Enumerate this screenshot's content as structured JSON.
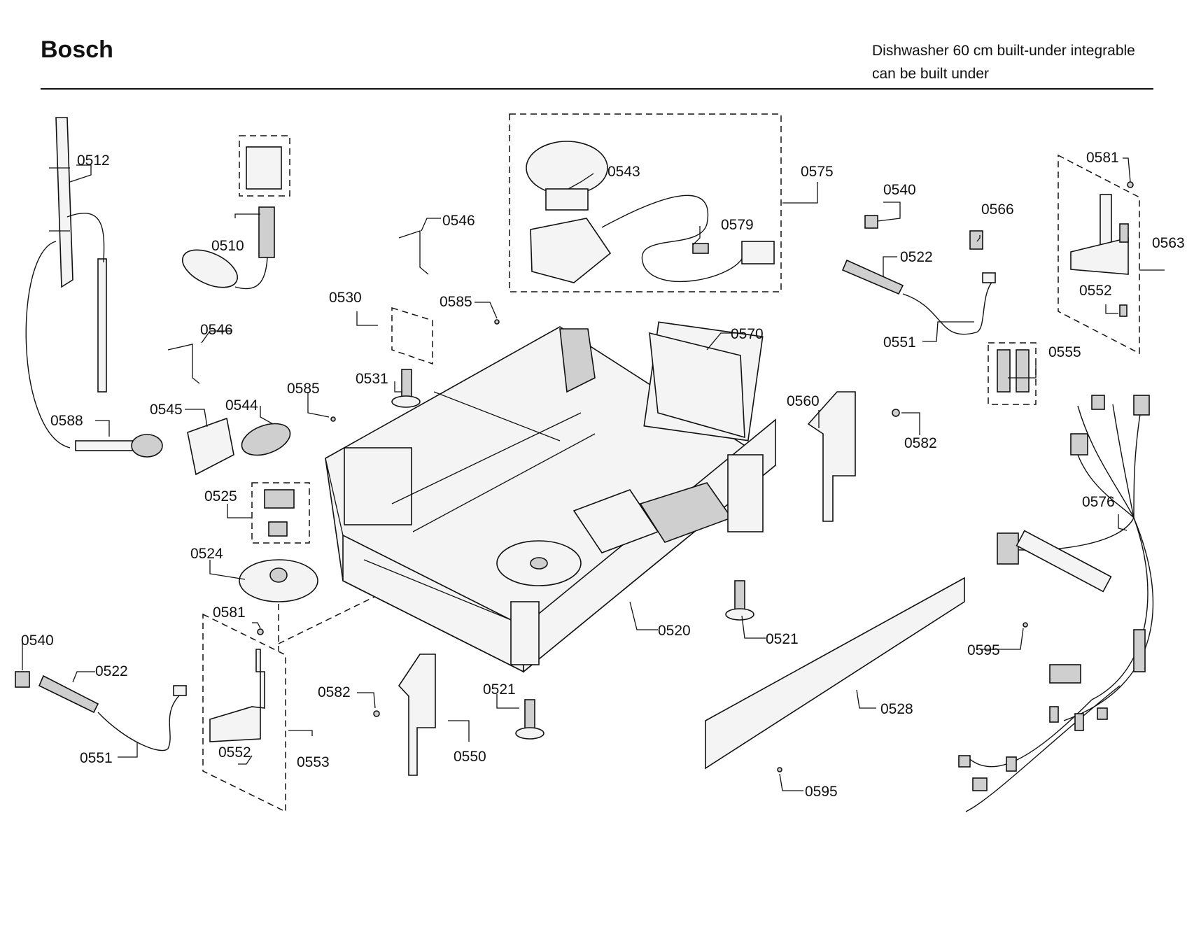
{
  "header": {
    "brand": "Bosch",
    "model_line1": "Dishwasher 60 cm built-under integrable",
    "model_line2": "can be built under"
  },
  "parts": {
    "p0512": "0512",
    "p0510": "0510",
    "p0546a": "0546",
    "p0546b": "0546",
    "p0543": "0543",
    "p0575": "0575",
    "p0579": "0579",
    "p0540a": "0540",
    "p0566": "0566",
    "p0581a": "0581",
    "p0563": "0563",
    "p0522a": "0522",
    "p0552a": "0552",
    "p0530": "0530",
    "p0585a": "0585",
    "p0570": "0570",
    "p0551a": "0551",
    "p0555": "0555",
    "p0531": "0531",
    "p0545": "0545",
    "p0544": "0544",
    "p0585b": "0585",
    "p0560": "0560",
    "p0582a": "0582",
    "p0588": "0588",
    "p0525": "0525",
    "p0576": "0576",
    "p0524": "0524",
    "p0581b": "0581",
    "p0520": "0520",
    "p0521a": "0521",
    "p0540b": "0540",
    "p0522b": "0522",
    "p0595a": "0595",
    "p0582b": "0582",
    "p0521b": "0521",
    "p0528": "0528",
    "p0551b": "0551",
    "p0552b": "0552",
    "p0553": "0553",
    "p0550": "0550",
    "p0595b": "0595"
  }
}
